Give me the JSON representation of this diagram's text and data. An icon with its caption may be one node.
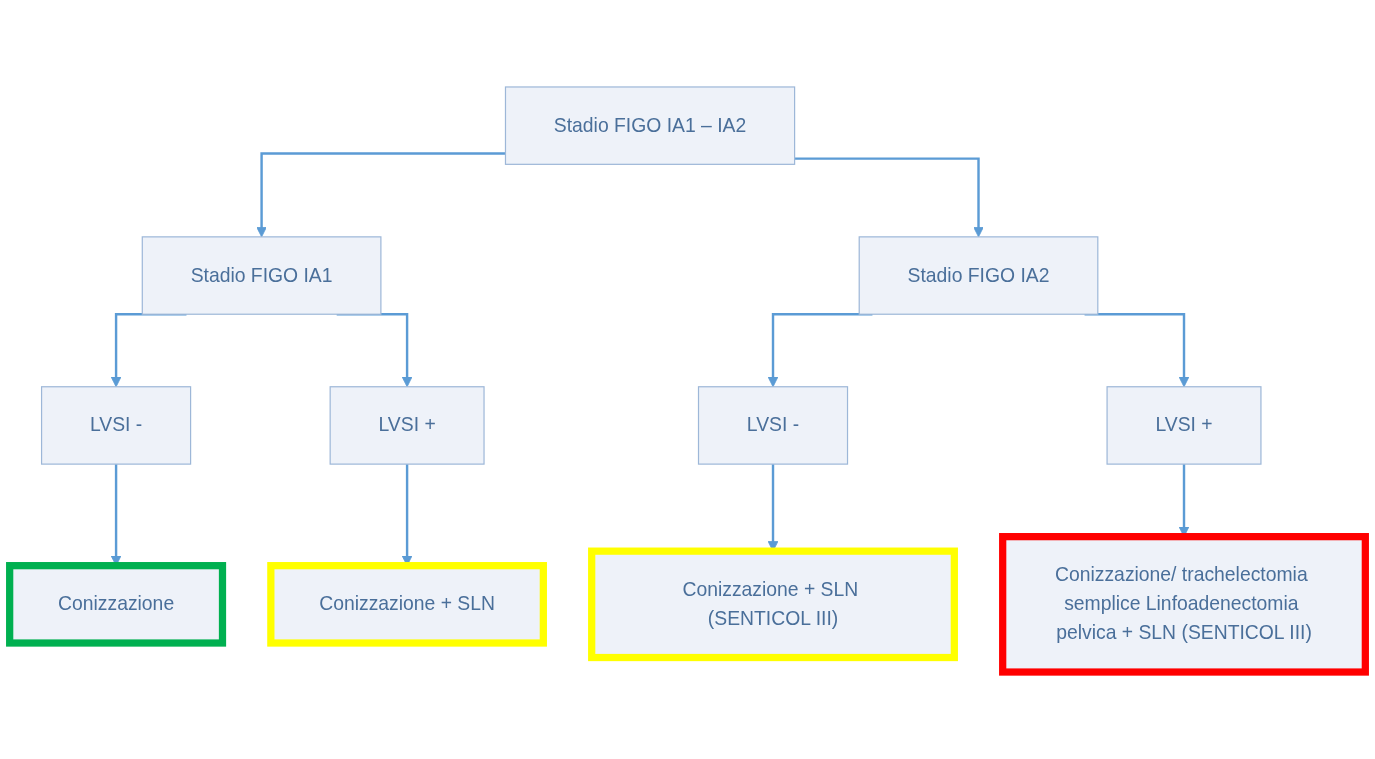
{
  "diagram": {
    "nodes": [
      {
        "text": [
          "Stadio FIGO IA1 – IA2"
        ]
      },
      {
        "text": [
          "Stadio FIGO IA1"
        ]
      },
      {
        "text": [
          "Stadio FIGO IA2"
        ]
      },
      {
        "text": [
          "LVSI -"
        ]
      },
      {
        "text": [
          "LVSI +"
        ]
      },
      {
        "text": [
          "LVSI -"
        ]
      },
      {
        "text": [
          "LVSI +"
        ]
      },
      {
        "text": [
          "Conizzazione"
        ]
      },
      {
        "text": [
          "Conizzazione + SLN"
        ]
      },
      {
        "text": [
          "Conizzazione + SLN (SENTICOL III)"
        ]
      },
      {
        "text": [
          "Conizzazione/ trachelectomia semplice Linfoadenectomia pelvica + SLN (SENTICOL III)"
        ]
      }
    ],
    "edges": [
      {
        "from": 0,
        "to": 1,
        "arrow": "to"
      },
      {
        "from": 0,
        "to": 2,
        "arrow": "to"
      },
      {
        "from": 1,
        "to": 3,
        "arrow": "to"
      },
      {
        "from": 1,
        "to": 4,
        "arrow": "to"
      },
      {
        "from": 2,
        "to": 5,
        "arrow": "to"
      },
      {
        "from": 2,
        "to": 6,
        "arrow": "to"
      },
      {
        "from": 3,
        "to": 7,
        "arrow": "to"
      },
      {
        "from": 4,
        "to": 8,
        "arrow": "to"
      },
      {
        "from": 5,
        "to": 9,
        "arrow": "to"
      },
      {
        "from": 6,
        "to": 10,
        "arrow": "to"
      }
    ]
  }
}
